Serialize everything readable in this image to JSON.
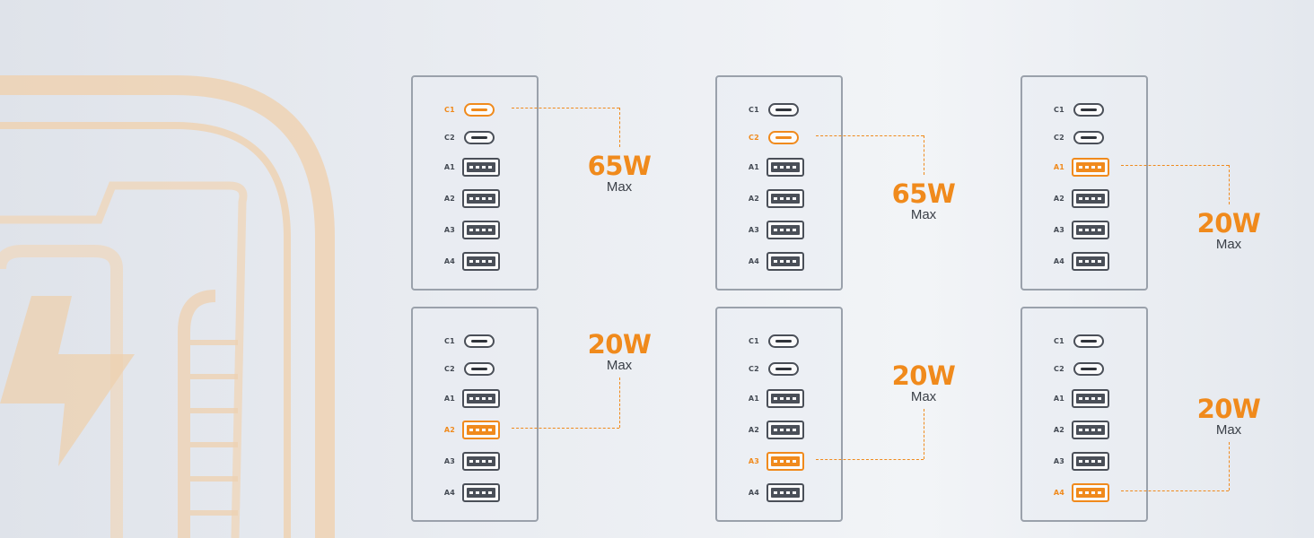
{
  "port_labels": [
    "C1",
    "C2",
    "A1",
    "A2",
    "A3",
    "A4"
  ],
  "accent_color": "#f08a1c",
  "panels": [
    {
      "active_port": "C1",
      "power": "65W",
      "note": "Max"
    },
    {
      "active_port": "A2",
      "power": "20W",
      "note": "Max"
    },
    {
      "active_port": "C2",
      "power": "65W",
      "note": "Max"
    },
    {
      "active_port": "A3",
      "power": "20W",
      "note": "Max"
    },
    {
      "active_port": "A1",
      "power": "20W",
      "note": "Max"
    },
    {
      "active_port": "A4",
      "power": "20W",
      "note": "Max"
    }
  ]
}
